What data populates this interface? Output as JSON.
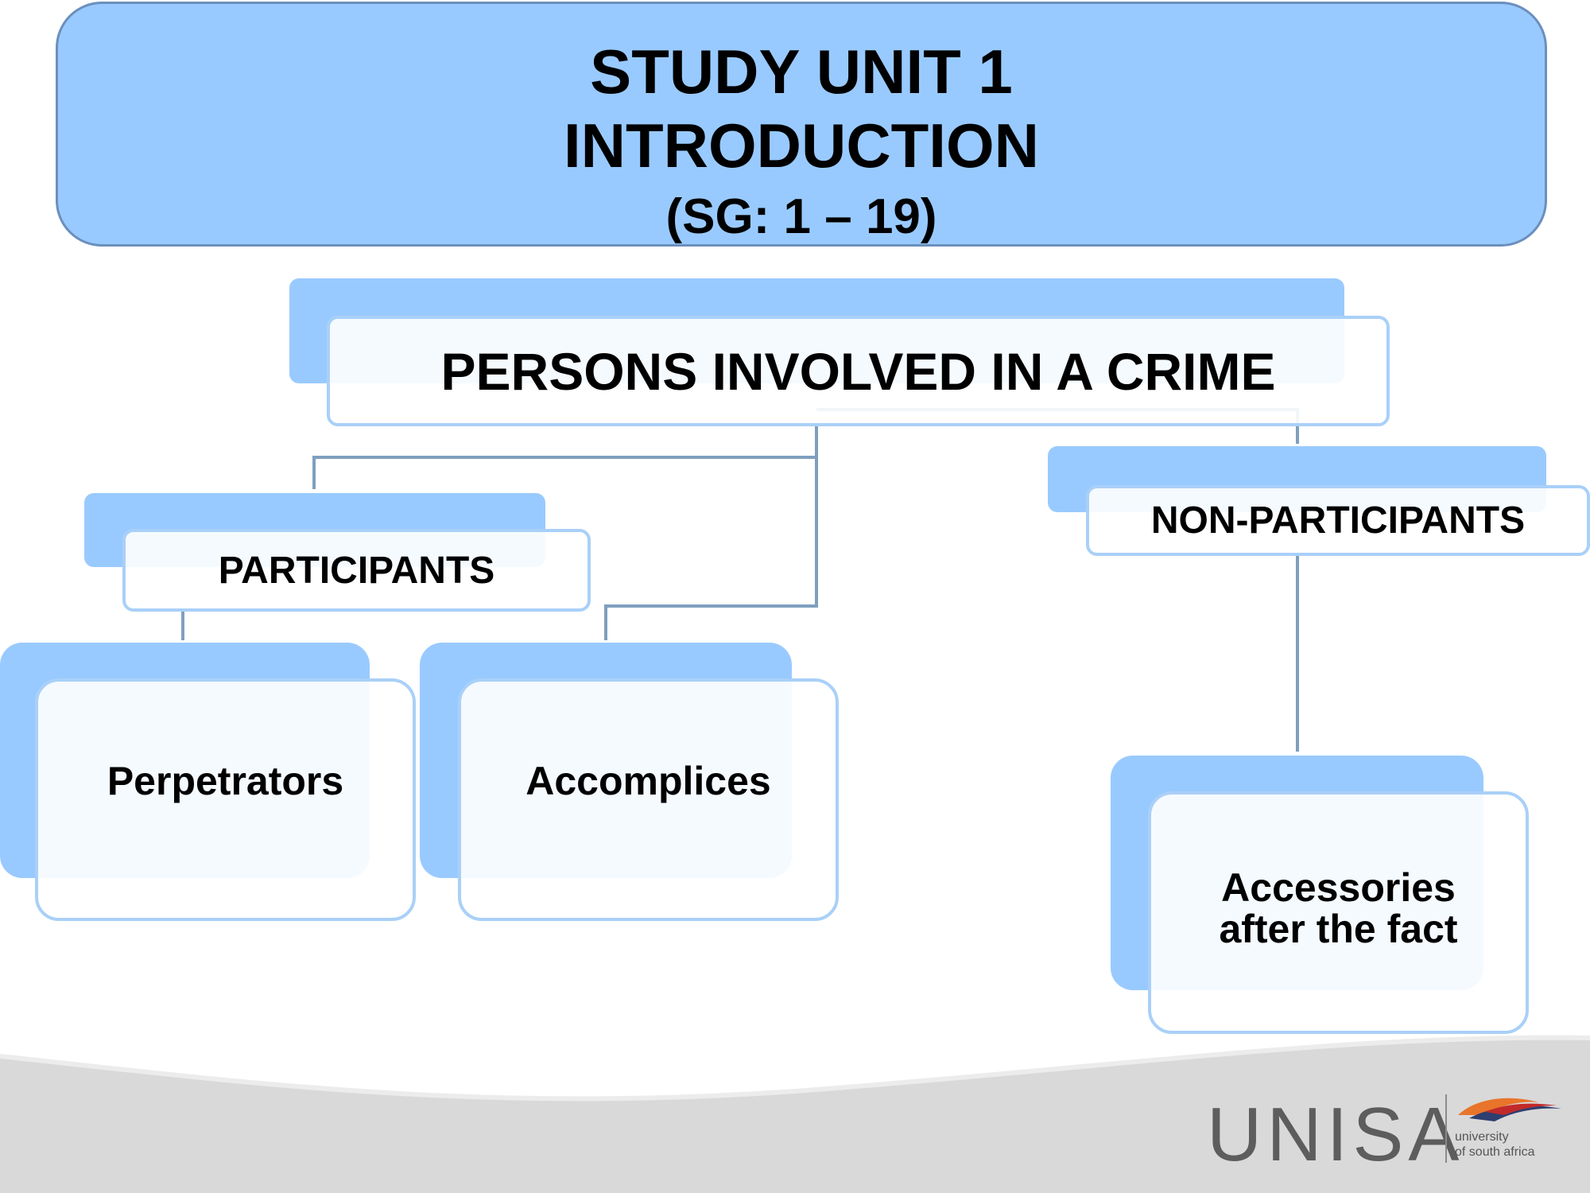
{
  "title": {
    "line1": "STUDY UNIT 1",
    "line2": "INTRODUCTION",
    "line3": "(SG: 1 – 19)"
  },
  "diagram": {
    "root": "PERSONS INVOLVED IN A CRIME",
    "participants": "PARTICIPANTS",
    "non_participants": "NON-PARTICIPANTS",
    "perpetrators": "Perpetrators",
    "accomplices": "Accomplices",
    "accessories": "Accessories after the fact"
  },
  "logo": {
    "name": "UNISA",
    "line1": "university",
    "line2": "of south africa"
  },
  "colors": {
    "banner": "#99caff",
    "node_shadow": "#99caff",
    "node_border": "#a9d0f8",
    "connector": "#7f9fbf",
    "footer_gray": "#d9d9d9"
  }
}
